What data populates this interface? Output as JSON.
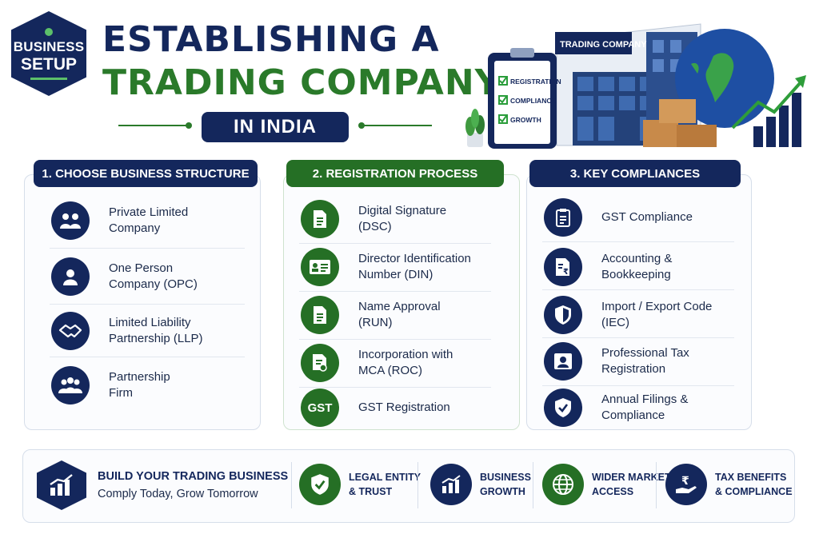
{
  "header": {
    "badge_line1": "BUSINESS",
    "badge_line2": "SETUP",
    "title_line1": "ESTABLISHING A",
    "title_line2": "TRADING COMPANY",
    "subtitle": "IN INDIA"
  },
  "illustration": {
    "building_sign": "TRADING COMPANY",
    "checklist": [
      "REGISTRATION",
      "COMPLIANCE",
      "GROWTH"
    ]
  },
  "columns": [
    {
      "heading": "1. CHOOSE BUSINESS STRUCTURE",
      "items": [
        {
          "line1": "Private Limited",
          "line2": "Company",
          "icon": "group-icon"
        },
        {
          "line1": "One Person",
          "line2": "Company (OPC)",
          "icon": "person-icon"
        },
        {
          "line1": "Limited Liability",
          "line2": "Partnership (LLP)",
          "icon": "handshake-icon"
        },
        {
          "line1": "Partnership",
          "line2": "Firm",
          "icon": "group-icon"
        }
      ]
    },
    {
      "heading": "2. REGISTRATION PROCESS",
      "items": [
        {
          "line1": "Digital Signature",
          "line2": "(DSC)",
          "icon": "document-icon"
        },
        {
          "line1": "Director Identification",
          "line2": "Number (DIN)",
          "icon": "id-card-icon"
        },
        {
          "line1": "Name Approval",
          "line2": "(RUN)",
          "icon": "document-icon"
        },
        {
          "line1": "Incorporation with",
          "line2": "MCA (ROC)",
          "icon": "certificate-icon"
        },
        {
          "line1": "GST Registration",
          "line2": "",
          "icon": "gst-icon",
          "icon_text": "GST"
        }
      ]
    },
    {
      "heading": "3. KEY COMPLIANCES",
      "items": [
        {
          "line1": "GST Compliance",
          "line2": "",
          "icon": "clipboard-icon"
        },
        {
          "line1": "Accounting &",
          "line2": "Bookkeeping",
          "icon": "rupee-document-icon"
        },
        {
          "line1": "Import / Export Code",
          "line2": "(IEC)",
          "icon": "shield-icon"
        },
        {
          "line1": "Professional Tax",
          "line2": "Registration",
          "icon": "id-badge-icon"
        },
        {
          "line1": "Annual Filings &",
          "line2": "Compliance",
          "icon": "shield-check-icon"
        }
      ]
    }
  ],
  "footer": {
    "main_title": "BUILD YOUR TRADING BUSINESS",
    "main_sub": "Comply Today, Grow Tomorrow",
    "items": [
      {
        "line1": "LEGAL ENTITY",
        "line2": "& TRUST",
        "icon": "shield-check-icon"
      },
      {
        "line1": "BUSINESS",
        "line2": "GROWTH",
        "icon": "bar-chart-icon"
      },
      {
        "line1": "WIDER MARKET",
        "line2": "ACCESS",
        "icon": "globe-icon"
      },
      {
        "line1": "TAX BENEFITS",
        "line2": "& COMPLIANCE",
        "icon": "rupee-hand-icon"
      }
    ]
  },
  "colors": {
    "navy": "#14275c",
    "green": "#256f25",
    "accent_green": "#5cc06a"
  }
}
